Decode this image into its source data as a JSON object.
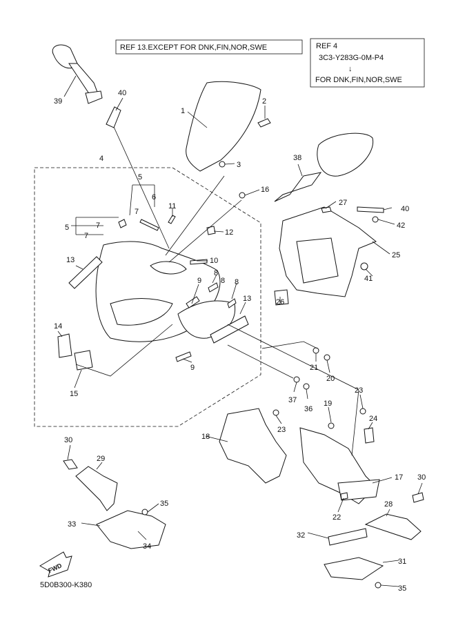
{
  "notes": {
    "ref13": "REF 13.EXCEPT FOR DNK,FIN,NOR,SWE",
    "ref4_title": "REF 4",
    "ref4_code": "3C3-Y283G-0M-P4",
    "ref4_arrow": "↓",
    "ref4_markets": "FOR DNK,FIN,NOR,SWE"
  },
  "labels": {
    "l39": "39",
    "l40a": "40",
    "l1": "1",
    "l2": "2",
    "l4": "4",
    "l3": "3",
    "l16": "16",
    "l5a": "5",
    "l6": "6",
    "l11": "11",
    "l7a": "7",
    "l5b": "5",
    "l7b": "7",
    "l7c": "7",
    "l12": "12",
    "l10": "10",
    "l13a": "13",
    "l8a": "8",
    "l9a": "9",
    "l8b": "8",
    "l8c": "8",
    "l13b": "13",
    "l14": "14",
    "l15": "15",
    "l9b": "9",
    "l38": "38",
    "l27": "27",
    "l40b": "40",
    "l42": "42",
    "l25": "25",
    "l41": "41",
    "l26": "26",
    "l21": "21",
    "l20": "20",
    "l37": "37",
    "l36": "36",
    "l19": "19",
    "l23a": "23",
    "l24": "24",
    "l23b": "23",
    "l18": "18",
    "l17": "17",
    "l22": "22",
    "l30a": "30",
    "l29": "29",
    "l35a": "35",
    "l33": "33",
    "l34": "34",
    "l30b": "30",
    "l28": "28",
    "l32": "32",
    "l31": "31",
    "l35b": "35"
  },
  "fwd_label": "FWD",
  "diagram_code": "5D0B300-K380"
}
